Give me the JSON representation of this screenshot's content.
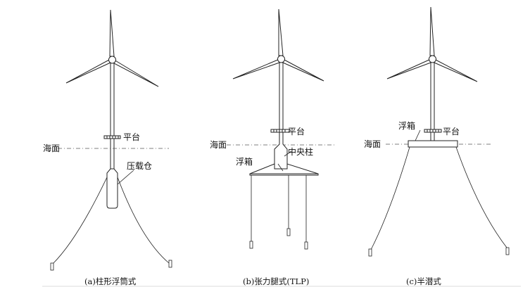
{
  "diagrams": [
    {
      "caption": "(a)柱形浮筒式",
      "labels": {
        "platform": "平台",
        "sea_level": "海面",
        "ballast_tank": "压载仓"
      }
    },
    {
      "caption": "(b)张力腿式(TLP)",
      "labels": {
        "platform": "平台",
        "sea_level": "海面",
        "buoy": "浮箱",
        "center_column": "中央柱"
      }
    },
    {
      "caption": "(c)半潜式",
      "labels": {
        "platform": "平台",
        "sea_level": "海面",
        "buoy": "浮箱"
      }
    }
  ]
}
